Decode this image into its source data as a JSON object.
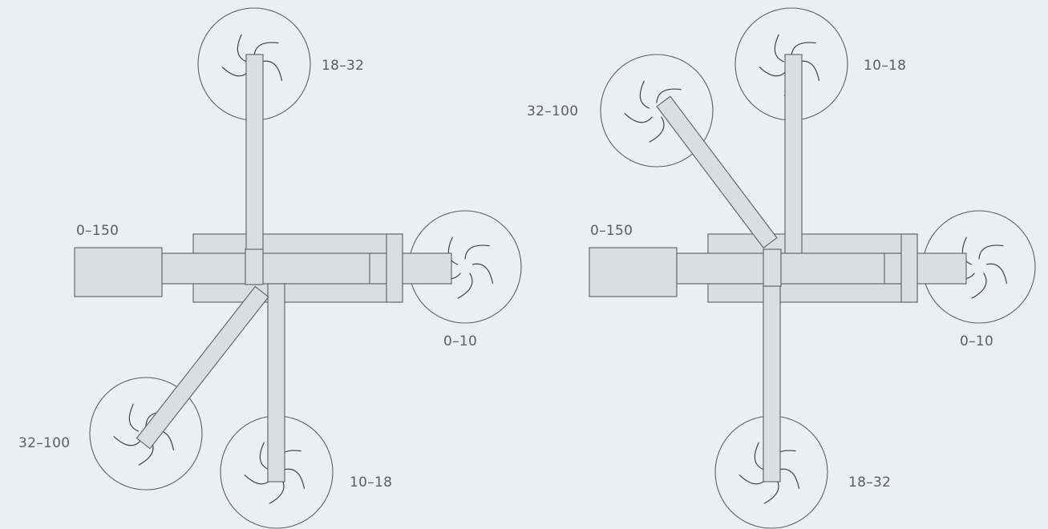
{
  "diagrams": [
    {
      "name": "left-assembly",
      "motor_label": "0–150",
      "wheels": [
        {
          "id": "top",
          "label": "18–32"
        },
        {
          "id": "right",
          "label": "0–10"
        },
        {
          "id": "lower-left",
          "label": "32–100"
        },
        {
          "id": "bottom",
          "label": "10–18"
        }
      ]
    },
    {
      "name": "right-assembly",
      "motor_label": "0–150",
      "wheels": [
        {
          "id": "top",
          "label": "10–18"
        },
        {
          "id": "upper-left",
          "label": "32–100"
        },
        {
          "id": "right",
          "label": "0–10"
        },
        {
          "id": "bottom",
          "label": "18–32"
        }
      ]
    }
  ],
  "colors": {
    "background": "#ebeff0",
    "part_fill": "#d9dee0",
    "outline": "#5a5f63",
    "label_text": "#595f63"
  }
}
